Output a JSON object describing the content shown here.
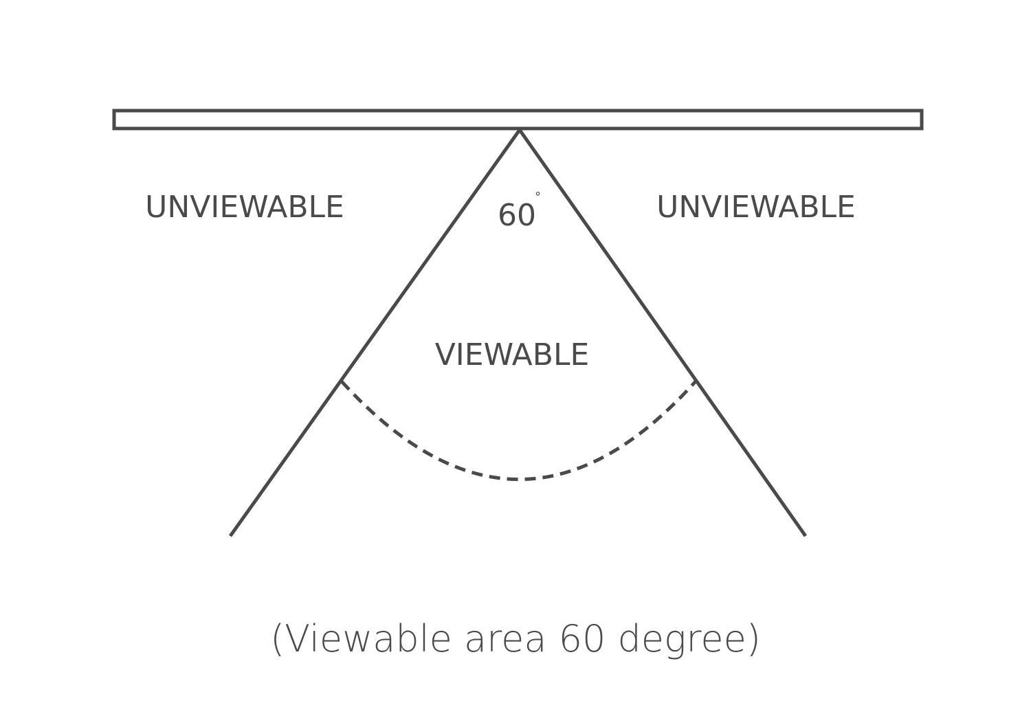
{
  "diagram": {
    "angle_value": "60",
    "degree_symbol": "°",
    "left_zone_label": "UNVIEWABLE",
    "right_zone_label": "UNVIEWABLE",
    "center_zone_label": "VIEWABLE",
    "caption": "(Viewable area 60 degree)",
    "angle_degrees": 60
  },
  "colors": {
    "line": "#4a4a4a",
    "text": "#4a4a4a",
    "background": "#ffffff"
  }
}
